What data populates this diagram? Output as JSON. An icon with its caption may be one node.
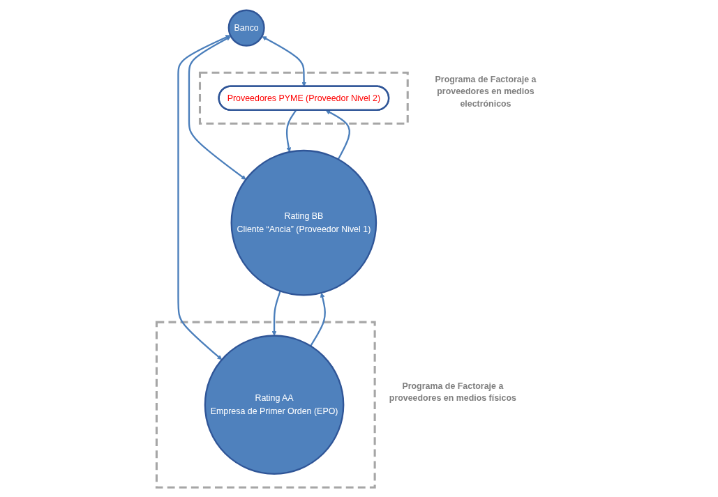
{
  "diagram": {
    "nodes": [
      {
        "text": [
          "Programa de Factoraje a proveedores en medios electrónicos"
        ]
      },
      {
        "text": [
          "Programa de Factoraje a proveedores en medios físicos"
        ]
      },
      {
        "text": [
          "Proveedores PYME (Proveedor Nivel 2)"
        ],
        "in": 0
      },
      {
        "text": [
          "Banco"
        ]
      },
      {
        "text": [
          "Rating BB",
          "Cliente “Ancia” (Proveedor Nivel 1)"
        ]
      },
      {
        "text": [
          "Rating AA",
          "Empresa de Primer Orden (EPO)"
        ],
        "in": 1
      }
    ],
    "edges": [
      {
        "from": 3,
        "to": 2,
        "arrow": "both"
      },
      {
        "from": 3,
        "to": 4,
        "arrow": "both"
      },
      {
        "from": 4,
        "to": 2,
        "arrow": "to"
      },
      {
        "from": 2,
        "to": 4,
        "arrow": "to"
      },
      {
        "from": 3,
        "to": 5,
        "arrow": "both"
      },
      {
        "from": 5,
        "to": 4,
        "arrow": "to"
      },
      {
        "from": 4,
        "to": 5,
        "arrow": "to"
      }
    ]
  }
}
